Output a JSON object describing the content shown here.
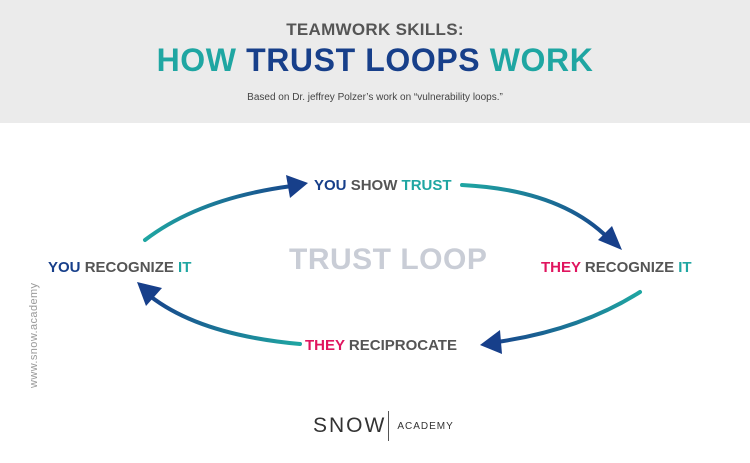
{
  "header": {
    "subtitle": "TEAMWORK SKILLS:",
    "title_parts": [
      {
        "text": "HOW ",
        "color": "#1fa6a2"
      },
      {
        "text": "TRUST LOOPS ",
        "color": "#173f8a"
      },
      {
        "text": "WORK",
        "color": "#1fa6a2"
      }
    ],
    "attribution": "Based on Dr. jeffrey Polzer’s work on “vulnerability loops.”"
  },
  "diagram": {
    "center_label": "TRUST LOOP",
    "nodes": {
      "top": [
        {
          "text": "YOU ",
          "color": "#173f8a"
        },
        {
          "text": "SHOW ",
          "color": "#555555"
        },
        {
          "text": "TRUST",
          "color": "#1fa6a2"
        }
      ],
      "right": [
        {
          "text": "THEY ",
          "color": "#e0155f"
        },
        {
          "text": "RECOGNIZE ",
          "color": "#555555"
        },
        {
          "text": "IT",
          "color": "#1fa6a2"
        }
      ],
      "bottom": [
        {
          "text": "THEY ",
          "color": "#e0155f"
        },
        {
          "text": "RECIPROCATE",
          "color": "#555555"
        }
      ],
      "left": [
        {
          "text": "YOU ",
          "color": "#173f8a"
        },
        {
          "text": "RECOGNIZE ",
          "color": "#555555"
        },
        {
          "text": "IT",
          "color": "#1fa6a2"
        }
      ]
    },
    "arrow_colors": {
      "start": "#1fa6a2",
      "end": "#173f8a"
    }
  },
  "watermark": "www.snow.academy",
  "logo": {
    "word": "SNOW",
    "sub": "ACADEMY"
  }
}
